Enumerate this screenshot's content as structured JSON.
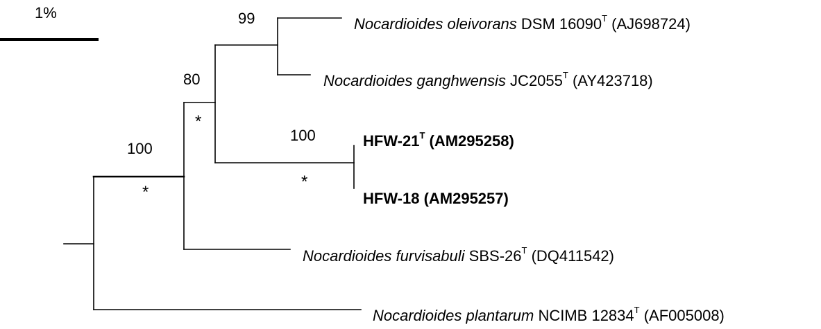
{
  "scale_bar": {
    "label": "1%"
  },
  "taxa": [
    {
      "genus": "Nocardioides oleivorans",
      "strain": " DSM 16090",
      "type_mark": "T",
      "accession": " (AJ698724)",
      "bold": false
    },
    {
      "genus": "Nocardioides ganghwensis",
      "strain": " JC2055",
      "type_mark": "T",
      "accession": " (AY423718)",
      "bold": false
    },
    {
      "genus": "",
      "strain": "HFW-21",
      "type_mark": "T",
      "accession": " (AM295258)",
      "bold": true
    },
    {
      "genus": "",
      "strain": "HFW-18",
      "type_mark": "",
      "accession": " (AM295257)",
      "bold": true
    },
    {
      "genus": "Nocardioides furvisabuli",
      "strain": " SBS-26",
      "type_mark": "T",
      "accession": " (DQ411542)",
      "bold": false
    },
    {
      "genus": "Nocardioides plantarum",
      "strain": " NCIMB 12834",
      "type_mark": "T",
      "accession": " (AF005008)",
      "bold": false
    }
  ],
  "bootstrap": {
    "oleivorans_ganghwensis": "99",
    "oleivorans_ganghwensis_hfw": "80",
    "hfw_pair": "100",
    "ingroup": "100"
  },
  "node_markers": {
    "hfw_pair": "*",
    "oleivorans_ganghwensis_hfw": "*",
    "ingroup": "*"
  }
}
